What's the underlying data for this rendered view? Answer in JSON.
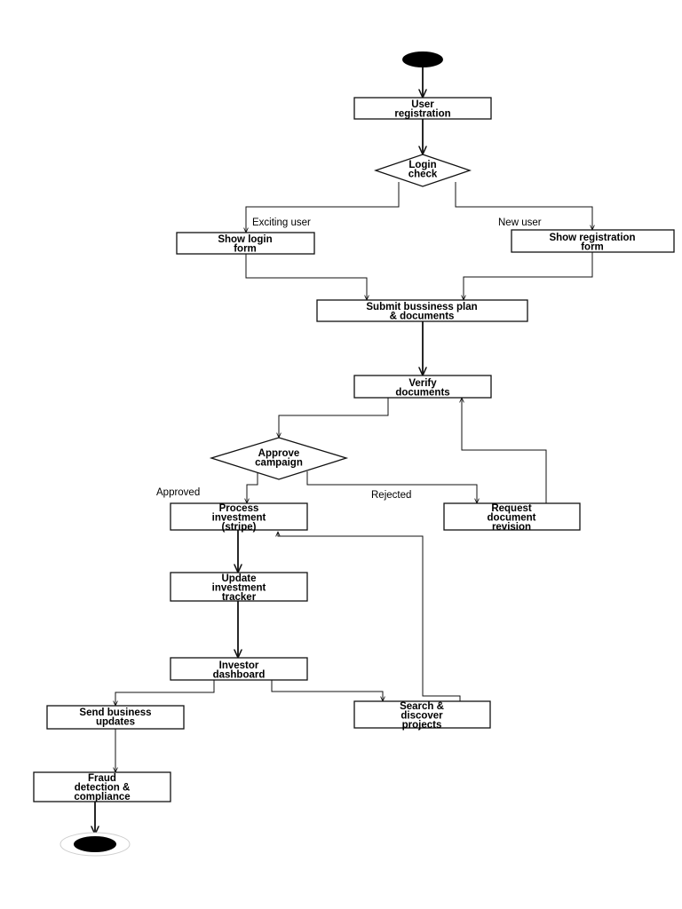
{
  "nodes": {
    "user_registration": [
      "User",
      "registration"
    ],
    "login_check": [
      "Login",
      "check"
    ],
    "show_login_form": [
      "Show login",
      "form"
    ],
    "show_registration_form": [
      "Show registration",
      "form"
    ],
    "submit_business_plan": [
      "Submit bussiness plan",
      "& documents"
    ],
    "verify_documents": [
      "Verify",
      "documents"
    ],
    "approve_campaign": [
      "Approve",
      "campaign"
    ],
    "process_investment": [
      "Process",
      "investment",
      "(stripe)"
    ],
    "request_document_revision": [
      "Request",
      "document",
      "revision"
    ],
    "update_investment_tracker": [
      "Update",
      "investment",
      "tracker"
    ],
    "investor_dashboard": [
      "Investor",
      "dashboard"
    ],
    "send_business_updates": [
      "Send business",
      "updates"
    ],
    "search_discover_projects": [
      "Search &",
      "discover",
      "projects"
    ],
    "fraud_detection": [
      "Fraud",
      "detection &",
      "compliance"
    ]
  },
  "edge_labels": {
    "existing_user": "Exciting user",
    "new_user": "New user",
    "approved": "Approved",
    "rejected": "Rejected"
  }
}
